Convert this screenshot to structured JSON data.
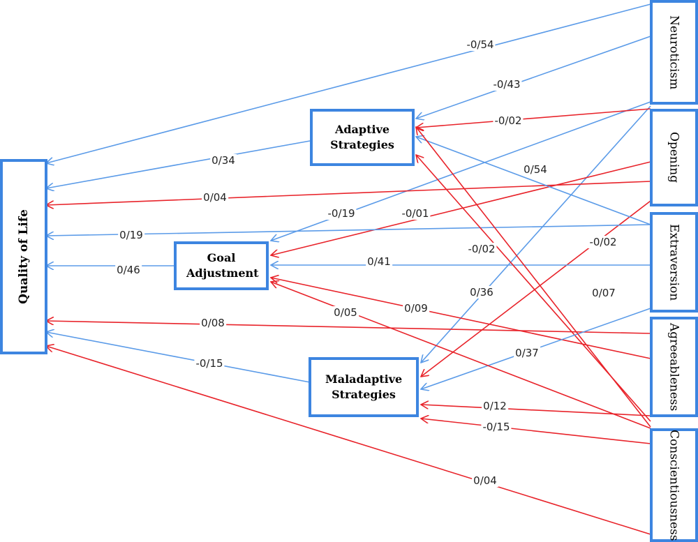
{
  "colors": {
    "positive_path": "#e8232a",
    "negative_path": "#5b9be8",
    "box_border": "#3d85e0"
  },
  "nodes": {
    "quality_of_life": "Quality of Life",
    "adaptive_strategies": "Adaptive Strategies",
    "goal_adjustment": "Goal Adjustment",
    "maladaptive_strategies": "Maladaptive Strategies",
    "neuroticism": "Neuroticism",
    "opening": "Opening",
    "extraversion": "Extraversion",
    "agreeableness": "Agreeableness",
    "conscientiousness": "Conscientiousness"
  },
  "labels": {
    "l1": "-0/54",
    "l2": "-0/43",
    "l3": "-0/02",
    "l4": "0/34",
    "l5": "0/54",
    "l6": "0/04",
    "l7": "-0/19",
    "l8": "-0/01",
    "l9": "0/19",
    "l10": "-0/02",
    "l11": "-0/02",
    "l12": "0/46",
    "l13": "0/41",
    "l14": "0/36",
    "l15": "0/07",
    "l16": "0/05",
    "l17": "0/09",
    "l18": "0/08",
    "l19": "0/37",
    "l20": "-0/15",
    "l21": "0/12",
    "l22": "-0/15",
    "l23": "0/04"
  }
}
